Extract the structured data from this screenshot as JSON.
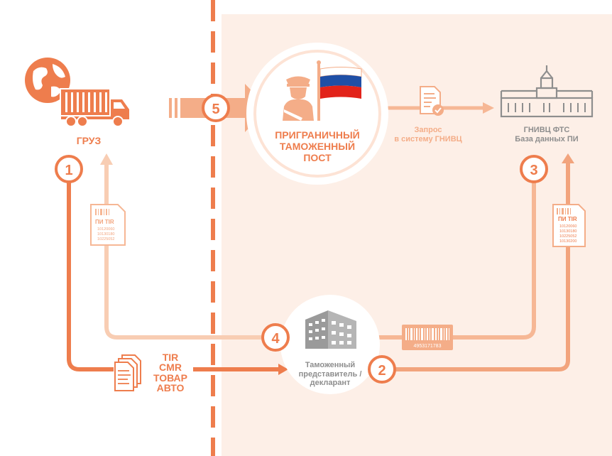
{
  "colors": {
    "accent": "#ee7d4d",
    "accent_light": "#f6b795",
    "accent_pale": "#f8cdb3",
    "zone_bg": "#fdefe7",
    "gray": "#8e8e8e",
    "flag_white": "#ffffff",
    "flag_blue": "#1f4fa6",
    "flag_red": "#e2231a"
  },
  "labels": {
    "cargo": "ГРУЗ",
    "border_post": [
      "ПРИГРАНИЧНЫЙ",
      "ТАМОЖЕННЫЙ",
      "ПОСТ"
    ],
    "request": [
      "Запрос",
      "в систему ГНИВЦ"
    ],
    "gnivc": [
      "ГНИВЦ ФТС",
      "База данных ПИ"
    ],
    "docs": [
      "TIR",
      "CMR",
      "ТОВАР",
      "АВТО"
    ],
    "representative": [
      "Таможенный",
      "представитель /",
      "декларант"
    ],
    "doc_card_title": "ПИ TIR",
    "doc_card_numbers": [
      "10120060",
      "10130180",
      "10225052"
    ],
    "doc_card_right_numbers": [
      "10120060",
      "10130180",
      "10225052",
      "10130200"
    ],
    "barcode_number": "4953171783"
  },
  "steps": [
    "1",
    "2",
    "3",
    "4",
    "5"
  ],
  "icons": [
    "globe-icon",
    "truck-icon",
    "customs-officer-icon",
    "russian-flag-icon",
    "document-check-icon",
    "government-building-icon",
    "office-building-icon",
    "document-stack-icon",
    "barcode-icon"
  ]
}
